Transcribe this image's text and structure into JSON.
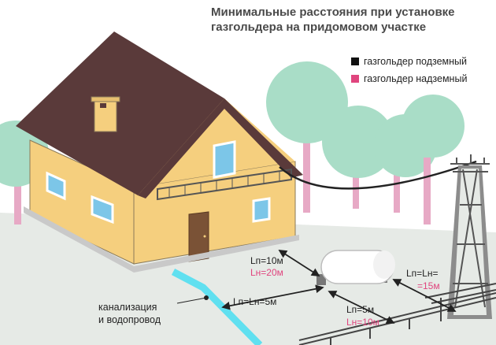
{
  "title_line1": "Минимальные расстояния при установке",
  "title_line2": "газгольдера на придомовом участке",
  "legend": [
    {
      "label": "газгольдер подземный",
      "color": "#111111"
    },
    {
      "label": "газгольдер надземный",
      "color": "#e0457e"
    }
  ],
  "distances": {
    "house_under": "Lп=10м",
    "house_above": "Lн=20м",
    "foundation": "Lп=Lн=5м",
    "pole": "Lп=Lн=",
    "pole_value": "=15м",
    "fence_under": "Lп=5м",
    "fence_above": "Lн=10м"
  },
  "utility_label_line1": "канализация",
  "utility_label_line2": "и водопровод",
  "colors": {
    "roof": "#5a3a3a",
    "wall": "#f5cf7e",
    "ground": "#e6eae6",
    "tree": "#a9ddc7",
    "trunk": "#e7a9c5",
    "pipe": "#60e0f0",
    "pink": "#e0457e"
  }
}
